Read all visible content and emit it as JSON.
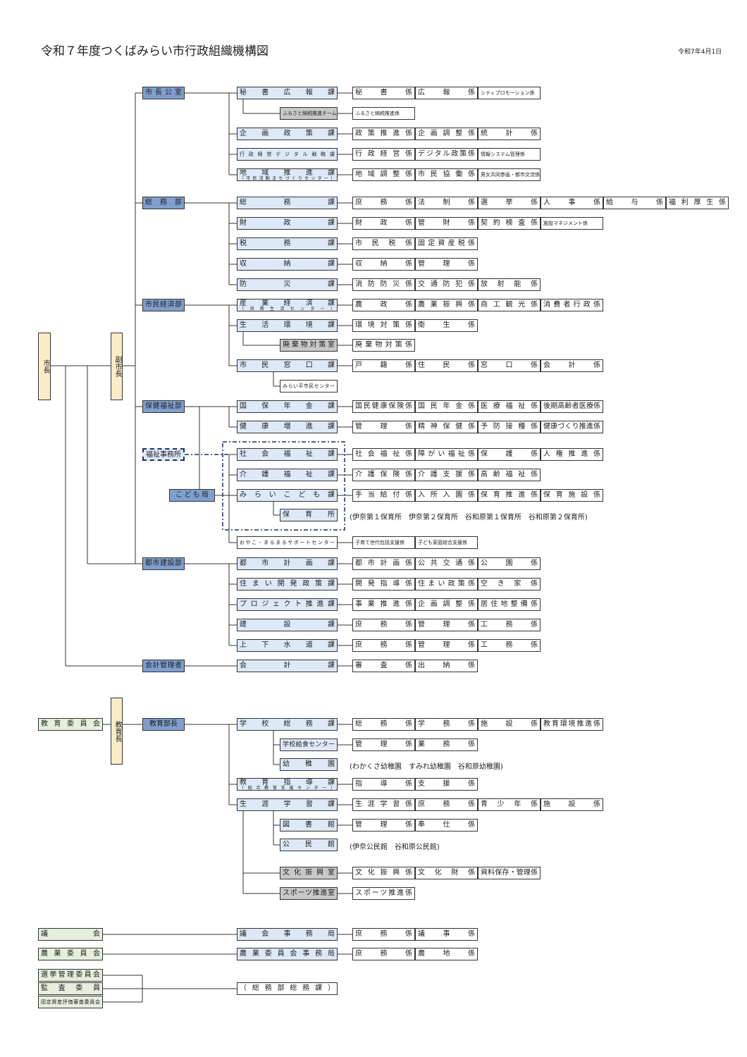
{
  "title": "令和７年度つくばみらい市行政組織機構図",
  "date": "令和7年4月1日",
  "top": {
    "mayor": "市長",
    "vice_mayor": "副市長"
  },
  "depts": {
    "shichokoshitsu": "市長公室",
    "somu": "総務部",
    "shiminkeizai": "市民経済部",
    "hokenfukushi": "保健福祉部",
    "fukushijimusho": "福祉事務所",
    "kodomo": "こども局",
    "toshikensetsu": "都市建設部",
    "kaikei": "会計管理者"
  },
  "ka": {
    "hisho": "秘書広報課",
    "furusato_team": "ふるさと納税推進チーム",
    "kikaku": "企画政策課",
    "gyosei": "行政経営デジタル戦略課",
    "chiiki": "地域推進課",
    "chiiki_sub": "（市民活動まちづくりセンター）",
    "somuka": "総務課",
    "zaisei": "財政課",
    "zeimu": "税務課",
    "shuno": "収納課",
    "bosai": "防災課",
    "sangyo": "産業経済課",
    "sangyo_sub": "（消費生活センター）",
    "seikatsu": "生活環境課",
    "haikibutsu": "廃棄物対策室",
    "shimin": "市民窓口課",
    "mirai_center": "みらい平市民センター",
    "kokuho": "国保年金課",
    "kenko": "健康増進課",
    "shakai": "社会福祉課",
    "kaigo": "介護福祉課",
    "miraikodomo": "みらいこども課",
    "hoikusho": "保育所",
    "hoikusho_note": "(伊奈第１保育所　伊奈第２保育所　谷和原第１保育所　谷和原第２保育所)",
    "oyako": "おやこ・まるまるサポートセンター",
    "toshikeikaku": "都市計画課",
    "sumai": "住まい開発政策課",
    "project": "プロジェクト推進課",
    "kensetsu": "建設課",
    "gesui": "上下水道課",
    "kaikeika": "会計課"
  },
  "kakari": {
    "r_hisho": [
      "秘書係",
      "広報係",
      "シティプロモーション係"
    ],
    "r_furusato": [
      "ふるさと納税推進係"
    ],
    "r_kikaku": [
      "政策推進係",
      "企画調整係",
      "統計係"
    ],
    "r_gyosei": [
      "行政経営係",
      "デジタル政策係",
      "情報システム管理係"
    ],
    "r_chiiki": [
      "地域調整係",
      "市民協働係",
      "男女共同参画・都市交流係"
    ],
    "r_somu": [
      "庶務係",
      "法制係",
      "選挙係",
      "人事係",
      "給与係",
      "福利厚生係"
    ],
    "r_zaisei": [
      "財政係",
      "管財係",
      "契約検査係",
      "施設マネジメント係"
    ],
    "r_zeimu": [
      "市民税係",
      "固定資産税係"
    ],
    "r_shuno": [
      "収納係",
      "管理係"
    ],
    "r_bosai": [
      "消防防災係",
      "交通防犯係",
      "放射能係"
    ],
    "r_sangyo": [
      "農政係",
      "農業振興係",
      "商工観光係",
      "消費者行政係"
    ],
    "r_seikatsu": [
      "環境対策係",
      "衛生係"
    ],
    "r_haiki": [
      "廃棄物対策係"
    ],
    "r_shimin": [
      "戸籍係",
      "住民係",
      "窓口係",
      "会計係"
    ],
    "r_kokuho": [
      "国民健康保険係",
      "国民年金係",
      "医療福祉係",
      "後期高齢者医療係"
    ],
    "r_kenko": [
      "管理係",
      "精神保健係",
      "予防接種係",
      "健康づくり推進係"
    ],
    "r_shakai": [
      "社会福祉係",
      "障がい福祉係",
      "保護係",
      "人権推進係"
    ],
    "r_kaigo": [
      "介護保険係",
      "介護支援係",
      "高齢福祉係"
    ],
    "r_mirai": [
      "手当給付係",
      "入所入園係",
      "保育推進係",
      "保育施設係"
    ],
    "r_oyako": [
      "子育て世代包括支援係",
      "子ども家庭総合支援係"
    ],
    "r_toshi": [
      "都市計画係",
      "公共交通係",
      "公園係"
    ],
    "r_sumai": [
      "開発指導係",
      "住まい政策係",
      "空き家係"
    ],
    "r_project": [
      "事業推進係",
      "企画調整係",
      "居住地整備係"
    ],
    "r_kensetsu": [
      "庶務係",
      "管理係",
      "工務係"
    ],
    "r_gesui": [
      "庶務係",
      "管理係",
      "工務係"
    ],
    "r_kaikei": [
      "審査係",
      "出納係"
    ]
  },
  "edu": {
    "board": "教育委員会",
    "chief": "教育長",
    "dept": "教育部長",
    "gakko": "学校総務課",
    "kyushoku": "学校給食センター",
    "yochien": "幼稚園",
    "yochien_note": "(わかくさ幼稚園　すみれ幼稚園　谷和原幼稚園)",
    "shido": "教育指導課",
    "shido_sub": "（総合教育支援センター）",
    "shogai": "生涯学習課",
    "tosho": "図書館",
    "kominkan": "公民館",
    "kominkan_note": "(伊奈公民館　谷和原公民館)",
    "bunka": "文化振興室",
    "sports": "スポーツ推進室",
    "r_gakko": [
      "総務係",
      "学務係",
      "施設係",
      "教育環境推進係"
    ],
    "r_kyushoku": [
      "管理係",
      "業務係"
    ],
    "r_shido": [
      "指導係",
      "支援係"
    ],
    "r_shogai": [
      "生涯学習係",
      "庶務係",
      "青少年係",
      "施設係"
    ],
    "r_tosho": [
      "管理係",
      "奉仕係"
    ],
    "r_bunka": [
      "文化振興係",
      "文化財係",
      "資料保存・管理係"
    ],
    "r_sports": [
      "スポーツ推進係"
    ]
  },
  "other": {
    "gikai": "議会",
    "gikai_jimu": "議会事務局",
    "r_gikai": [
      "庶務係",
      "議事係"
    ],
    "nogyo": "農業委員会",
    "nogyo_jimu": "農業委員会事務局",
    "r_nogyo": [
      "庶務係",
      "農地係"
    ],
    "senkyo": "選挙管理委員会",
    "kansa": "監査委員",
    "kotei": "固定資産評価審査委員会",
    "somuka_ref": "（総務部総務課）"
  }
}
